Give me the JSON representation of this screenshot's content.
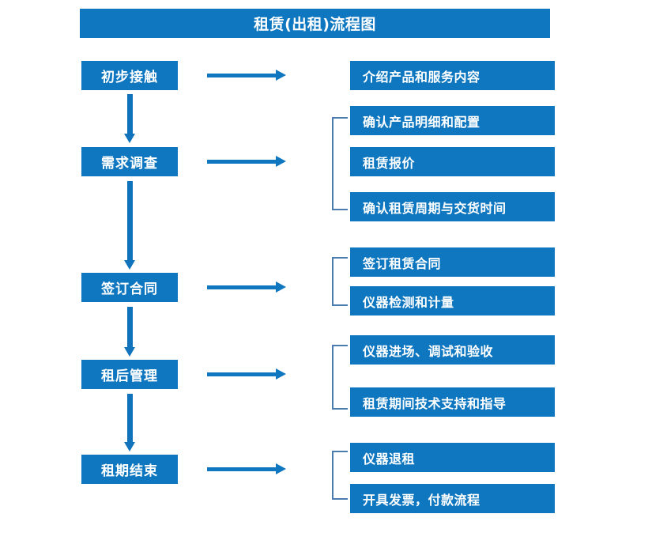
{
  "title": "租赁(出租)流程图",
  "colors": {
    "box_fill": "#0f77c0",
    "box_text": "#ffffff",
    "arrow": "#1173bb",
    "bracket": "#4a7cb0",
    "background": "#ffffff"
  },
  "stages": [
    {
      "label": "初步接触"
    },
    {
      "label": "需求调查"
    },
    {
      "label": "签订合同"
    },
    {
      "label": "租后管理"
    },
    {
      "label": "租期结束"
    }
  ],
  "details": [
    {
      "label": "介绍产品和服务内容"
    },
    {
      "label": "确认产品明细和配置"
    },
    {
      "label": "租赁报价"
    },
    {
      "label": "确认租赁周期与交货时间"
    },
    {
      "label": "签订租赁合同"
    },
    {
      "label": "仪器检测和计量"
    },
    {
      "label": "仪器进场、调试和验收"
    },
    {
      "label": "租赁期间技术支持和指导"
    },
    {
      "label": "仪器退租"
    },
    {
      "label": "开具发票，付款流程"
    }
  ],
  "chart_data": {
    "type": "diagram",
    "title": "租赁(出租)流程图",
    "orientation": "vertical-with-branches",
    "nodes": [
      {
        "stage": "初步接触",
        "details": [
          "介绍产品和服务内容"
        ]
      },
      {
        "stage": "需求调查",
        "details": [
          "确认产品明细和配置",
          "租赁报价",
          "确认租赁周期与交货时间"
        ]
      },
      {
        "stage": "签订合同",
        "details": [
          "签订租赁合同",
          "仪器检测和计量"
        ]
      },
      {
        "stage": "租后管理",
        "details": [
          "仪器进场、调试和验收",
          "租赁期间技术支持和指导"
        ]
      },
      {
        "stage": "租期结束",
        "details": [
          "仪器退租",
          "开具发票，付款流程"
        ]
      }
    ]
  }
}
